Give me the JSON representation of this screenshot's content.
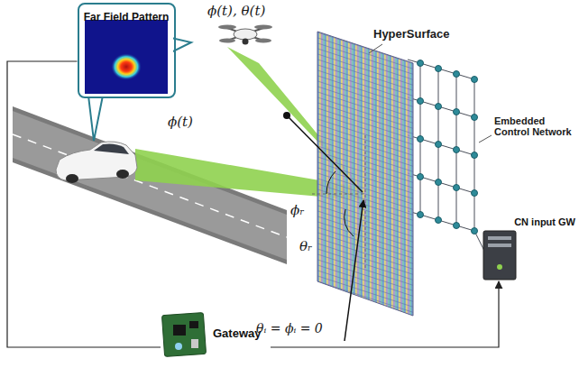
{
  "diagram": {
    "nodes": [
      {
        "text": [
          "Far Field Pattern"
        ]
      },
      {
        "text": [
          "Gateway"
        ]
      },
      {
        "text": [
          "CN input GW"
        ]
      }
    ],
    "edges": [
      {
        "from": 0,
        "to": 1,
        "arrow": "none"
      },
      {
        "from": 1,
        "to": 2,
        "arrow": "to"
      }
    ],
    "labels": [
      "ϕ(t), θ(t)",
      "ϕ(t)",
      "HyperSurface",
      "Embedded Control Network",
      "ϕᵣ",
      "θᵣ",
      "θᵢ = ϕᵢ = 0"
    ]
  }
}
